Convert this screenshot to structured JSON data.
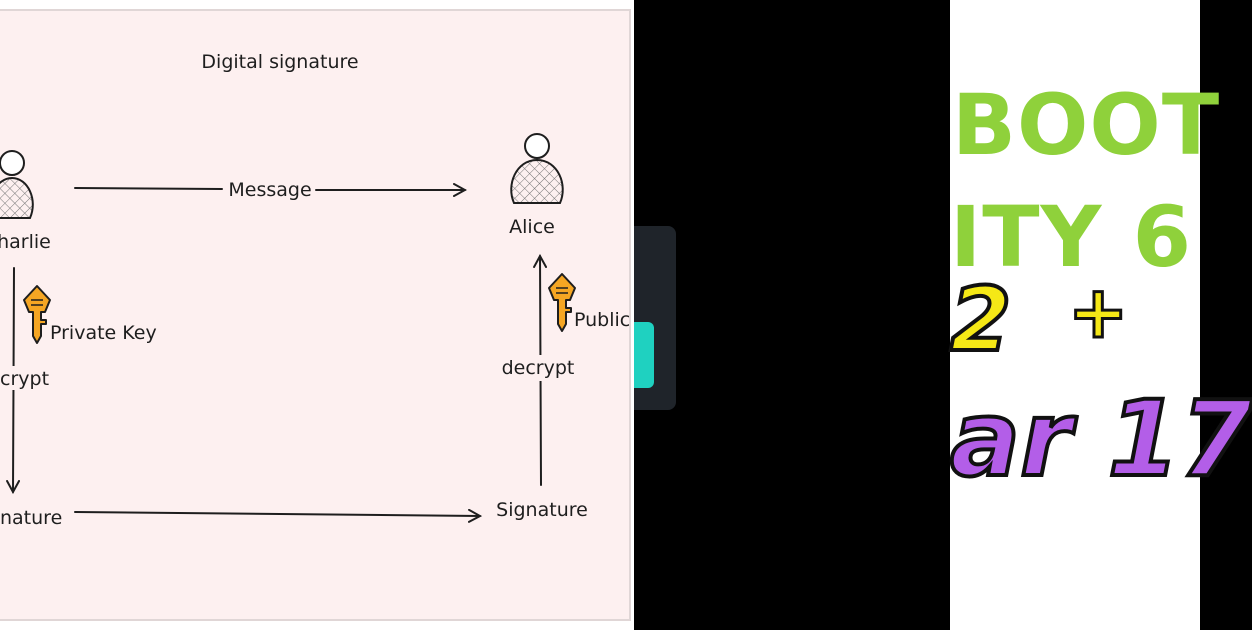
{
  "diagram": {
    "title": "Digital signature",
    "actors": {
      "sender": "harlie",
      "receiver": "Alice"
    },
    "edges": {
      "message": "Message",
      "encrypt": "crypt",
      "decrypt": "decrypt"
    },
    "keys": {
      "private": "Private Key",
      "public": "Public"
    },
    "nodes": {
      "sender_signature": "nature",
      "receiver_signature": "Signature"
    },
    "colors": {
      "background": "#fdf0f0",
      "ink": "#1e1e1e",
      "key": "#f5a623"
    }
  },
  "poster": {
    "line1": "BOOT",
    "line2": "ITY 6",
    "line3": "2",
    "line3_plus": "+",
    "line4": "ar 17",
    "colors": {
      "green": "#8fd13b",
      "yellow": "#f5e816",
      "purple": "#b35ee8"
    }
  }
}
